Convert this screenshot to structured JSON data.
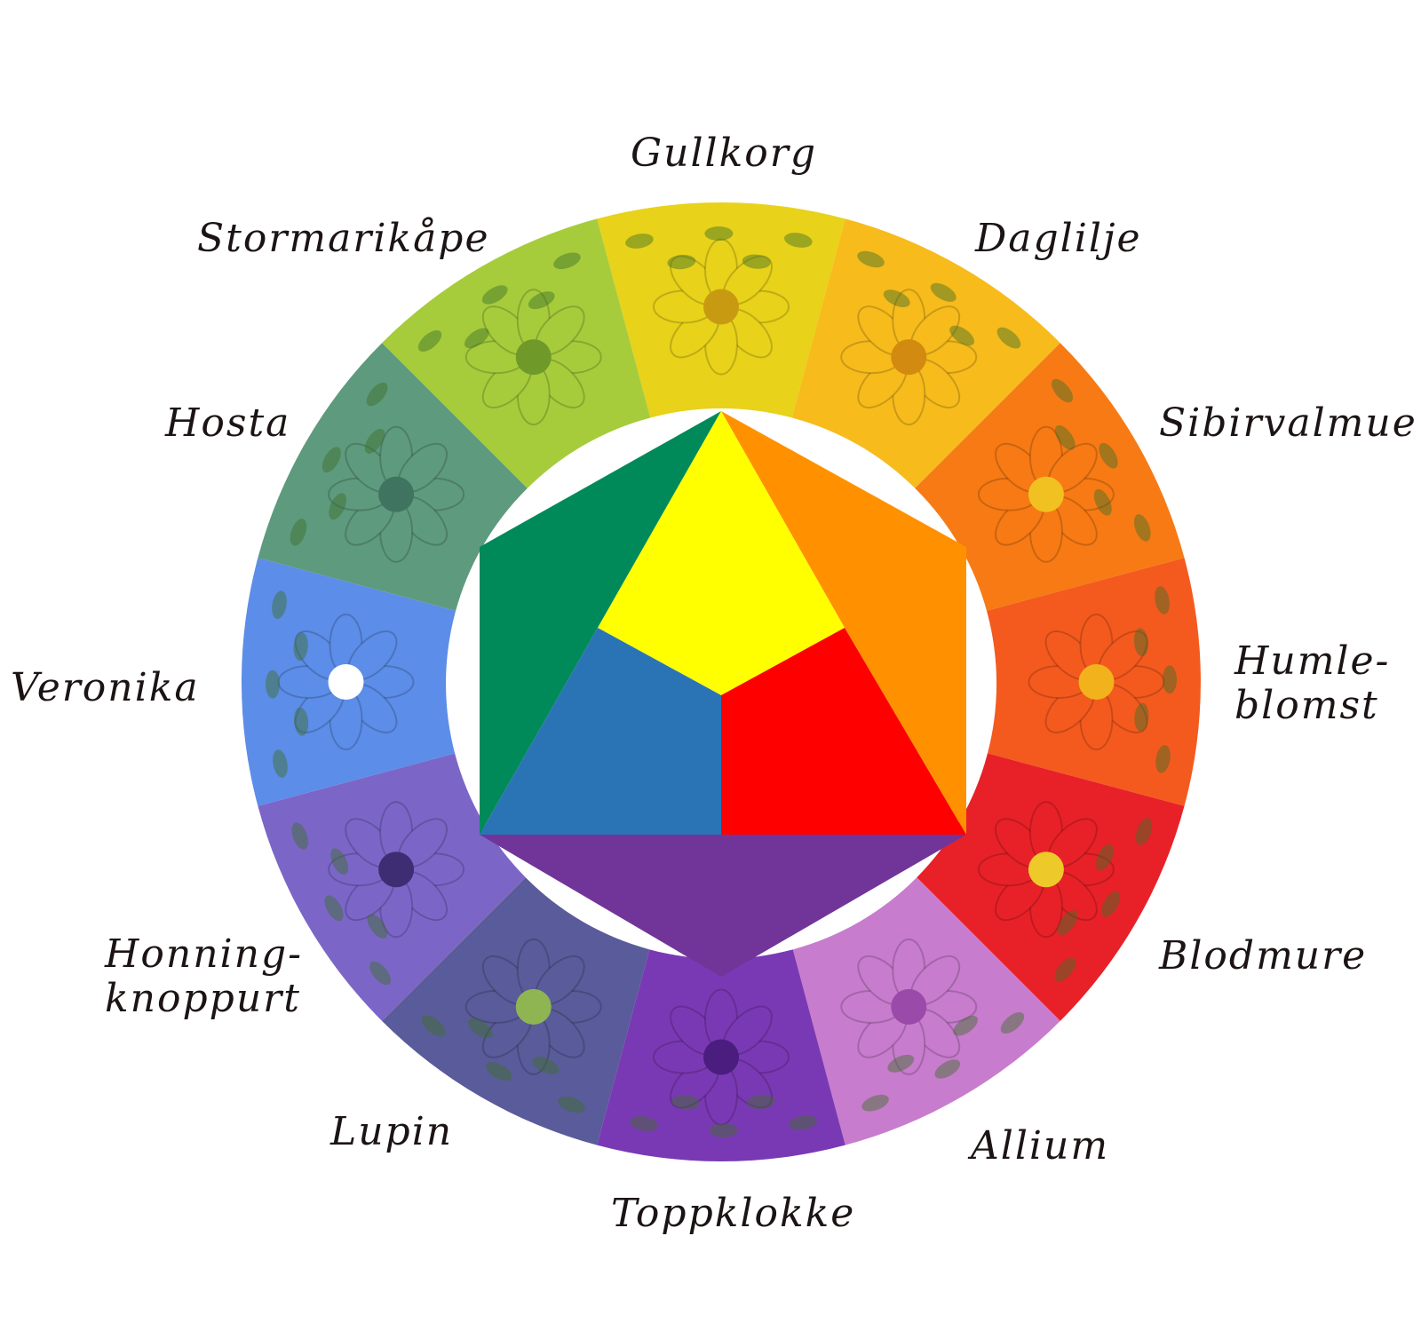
{
  "flowers": [
    {
      "id": "gullkorg",
      "lines": [
        "Gullkorg"
      ],
      "color": "#e8d21a",
      "center": "#c89a12"
    },
    {
      "id": "daglilje",
      "lines": [
        "Daglilje"
      ],
      "color": "#f7bb1c",
      "center": "#d28a10"
    },
    {
      "id": "sibirvalmue",
      "lines": [
        "Sibirvalmue"
      ],
      "color": "#f77a14",
      "center": "#f1c021"
    },
    {
      "id": "humleblomst",
      "lines": [
        "Humle-",
        "blomst"
      ],
      "color": "#f45a1e",
      "center": "#f2b21c"
    },
    {
      "id": "blodmure",
      "lines": [
        "Blodmure"
      ],
      "color": "#e82128",
      "center": "#eec92a"
    },
    {
      "id": "allium",
      "lines": [
        "Allium"
      ],
      "color": "#c77ccd",
      "center": "#9a4aa8"
    },
    {
      "id": "toppklokke",
      "lines": [
        "Toppklokke"
      ],
      "color": "#7a39b4",
      "center": "#4a1d7e"
    },
    {
      "id": "lupin",
      "lines": [
        "Lupin"
      ],
      "color": "#5a5b9a",
      "center": "#8fb552"
    },
    {
      "id": "honningknoppurt",
      "lines": [
        "Honning-",
        "knoppurt"
      ],
      "color": "#7b66c8",
      "center": "#3f2d74"
    },
    {
      "id": "veronika",
      "lines": [
        "Veronika"
      ],
      "color": "#5c8de8",
      "center": "#ffffff"
    },
    {
      "id": "hosta",
      "lines": [
        "Hosta"
      ],
      "color": "#5e9a7e",
      "center": "#3f7560"
    },
    {
      "id": "stormarikape",
      "lines": [
        "Stormarikåpe"
      ],
      "color": "#a6cc3c",
      "center": "#6f9a2a"
    }
  ],
  "hexagon": {
    "yellow": "#ffff00",
    "orange": "#ff9100",
    "red": "#ff0000",
    "purple": "#713599",
    "blue": "#2a74b6",
    "green": "#008a5a"
  }
}
